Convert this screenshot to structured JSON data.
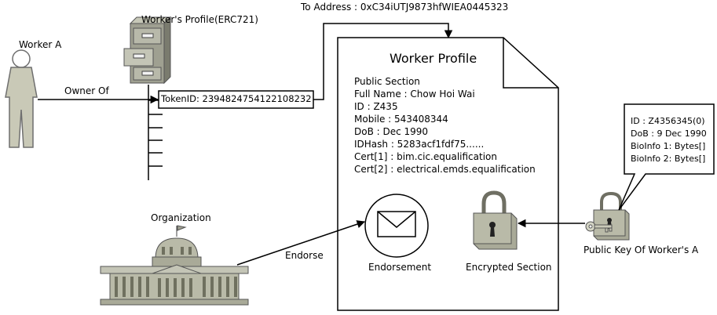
{
  "labels": {
    "worker": "Worker A",
    "profile_contract": "Worker's Profile(ERC721)",
    "to_address": "To Address : 0xC34iUTJ9873hfWIEA0445323",
    "owner_of": "Owner Of",
    "token_id": "TokenID: 2394824754122108232",
    "organization": "Organization",
    "endorse": "Endorse",
    "public_key": "Public Key Of Worker's A"
  },
  "profile": {
    "title": "Worker Profile",
    "lines": [
      "Public Section",
      "Full Name : Chow Hoi Wai",
      "ID : Z435",
      "Mobile : 543408344",
      "DoB : Dec 1990",
      "IDHash : 5283acf1fdf75......",
      "Cert[1] : bim.cic.equalification",
      "Cert[2] : electrical.emds.equalification"
    ],
    "endorsement_label": "Endorsement",
    "encrypted_label": "Encrypted Section"
  },
  "bio_info": {
    "lines": [
      "ID : Z4356345(0)",
      "DoB : 9 Dec 1990",
      "BioInfo 1: Bytes[]",
      "BioInfo 2: Bytes[]"
    ]
  }
}
